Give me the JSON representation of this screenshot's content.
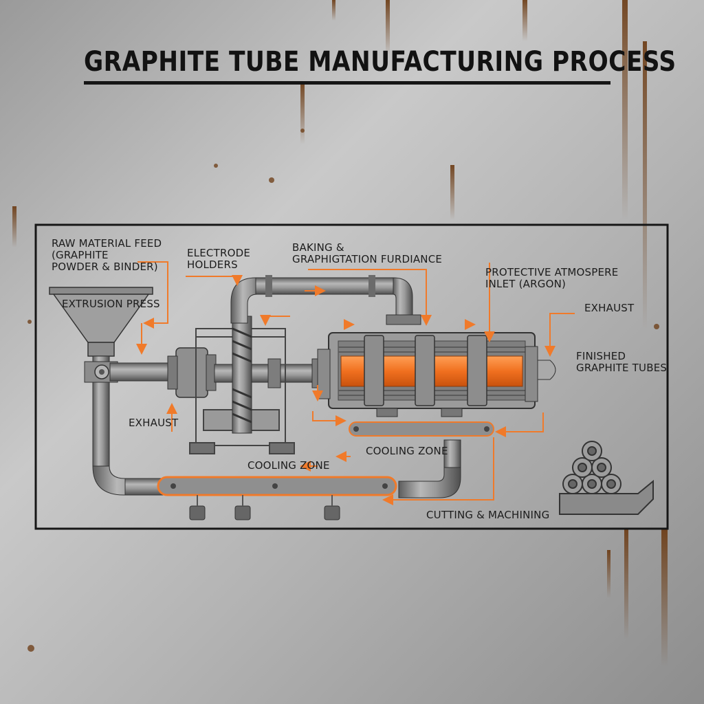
{
  "title": "GRAPHITE TUBE MANUFACTURING PROCESS",
  "colors": {
    "accent": "#f07a2a",
    "ink": "#1c1c1c",
    "steel": "#8e8e8e",
    "background": "#b9b9b9",
    "rust": "#7a4417"
  },
  "labels": {
    "raw_material_feed": "RAW MATERIAL FEED\n(GRAPHITE\nPOWDER & BINDER)",
    "extrusion_press": "EXTRUSION PRESS",
    "electrode_holders": "ELECTRODE\nHOLDERS",
    "baking_furnace": "BAKING &\nGRAPHIGTATION FURDIANCE",
    "protective_atmosphere": "PROTECTIVE ATMOSPERE\nINLET (ARGON)",
    "exhaust_right": "EXHAUST",
    "finished_tubes": "FINISHED\nGRAPHITE TUBES",
    "exhaust_left": "EXHAUST",
    "cooling_zone_right": "COOLING ZONE",
    "cooling_zone_left": "COOLING ZONE",
    "cutting_machining": "CUTTING & MACHINING"
  }
}
